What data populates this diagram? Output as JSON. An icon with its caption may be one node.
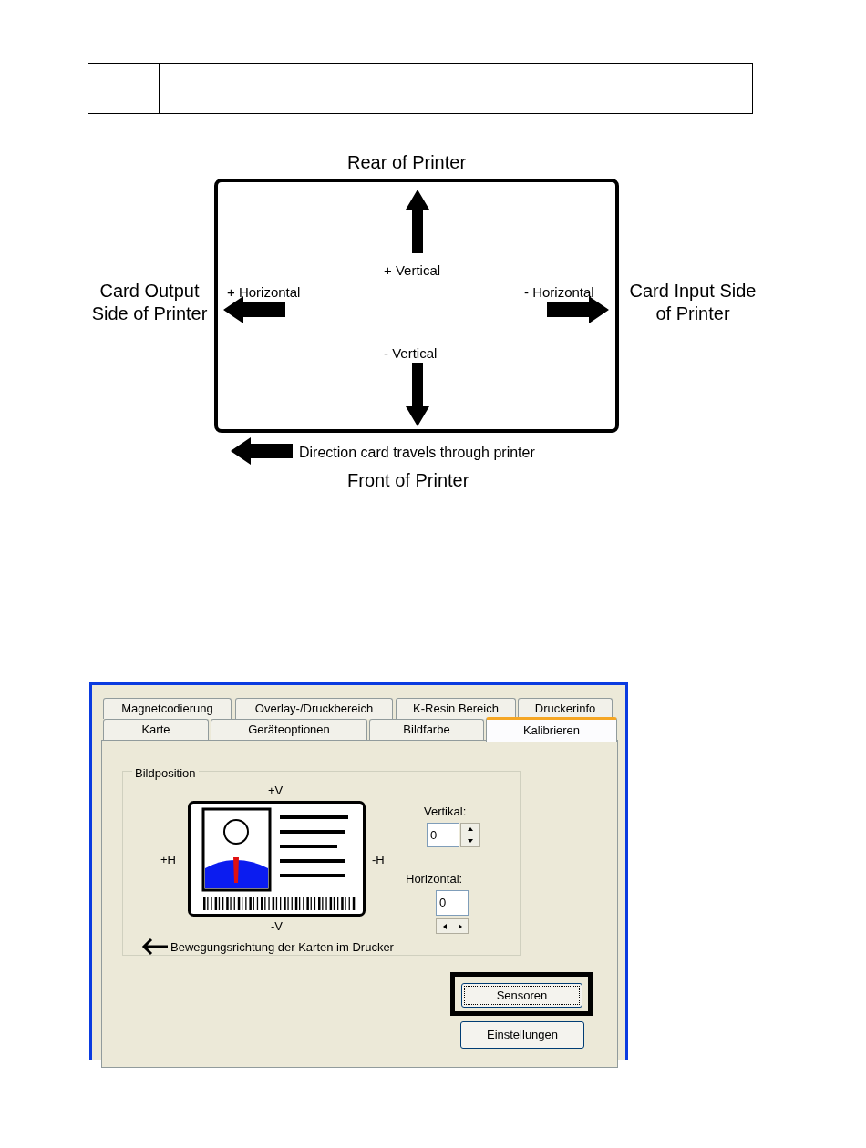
{
  "diagram": {
    "nodes": [
      {
        "text": [
          "+ Vertical",
          "+ Horizontal",
          "- Horizontal",
          "- Vertical"
        ]
      }
    ],
    "labels": [
      "Rear of Printer",
      "Card Output Side of Printer",
      "Card Input Side of Printer",
      "Direction card travels through printer",
      "Front of Printer",
      "Magnetcodierung",
      "Overlay-/Druckbereich",
      "K-Resin Bereich",
      "Druckerinfo",
      "Karte",
      "Geräteoptionen",
      "Bildfarbe",
      "Kalibrieren",
      "Bildposition",
      "+V",
      "+H",
      "-H",
      "-V",
      "Vertikal:",
      "0",
      "Horizontal:",
      "0",
      "Bewegungsrichtung der Karten im Drucker",
      "Sensoren",
      "Einstellungen"
    ]
  }
}
